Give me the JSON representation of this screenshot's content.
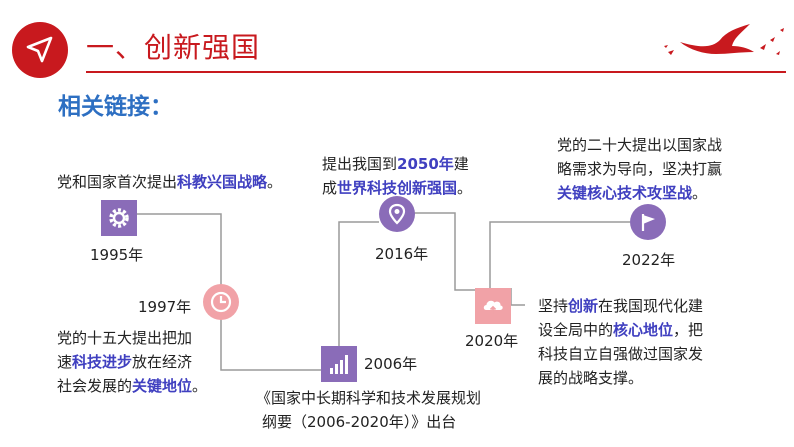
{
  "header": {
    "title": "一、创新强国",
    "subtitle": "相关链接："
  },
  "colors": {
    "accent": "#c8191e",
    "subtitle": "#2d6fc2",
    "highlight": "#4040c0",
    "node_purple": "#8a6cb8",
    "node_pink": "#f1a2a7"
  },
  "timeline": {
    "e1995": {
      "year": "1995年",
      "icon": "gear-icon",
      "lines": [
        [
          {
            "t": "党和国家首次提出"
          },
          {
            "t": "科教兴国战略",
            "hl": true
          },
          {
            "t": "。"
          }
        ]
      ]
    },
    "e1997": {
      "year": "1997年",
      "icon": "clock-icon",
      "lines": [
        [
          {
            "t": "党的十五大提出把加"
          }
        ],
        [
          {
            "t": "速"
          },
          {
            "t": "科技进步",
            "hl": true
          },
          {
            "t": "放在经济"
          }
        ],
        [
          {
            "t": "社会发展的"
          },
          {
            "t": "关键地位",
            "hl": true
          },
          {
            "t": "。"
          }
        ]
      ]
    },
    "e2006": {
      "year": "2006年",
      "icon": "bar-chart-icon",
      "lines": [
        [
          {
            "t": "《国家中长期科学和技术发展规划"
          }
        ],
        [
          {
            "t": "纲要（2006-2020年）》出台"
          }
        ]
      ]
    },
    "e2016": {
      "year": "2016年",
      "icon": "location-pin-icon",
      "lines": [
        [
          {
            "t": "提出我国到"
          },
          {
            "t": "2050年",
            "hl": true
          },
          {
            "t": "建"
          }
        ],
        [
          {
            "t": "成"
          },
          {
            "t": "世界科技创新强国",
            "hl": true
          },
          {
            "t": "。"
          }
        ]
      ]
    },
    "e2020": {
      "year": "2020年",
      "icon": "cloud-upload-icon",
      "lines": [
        [
          {
            "t": "坚持"
          },
          {
            "t": "创新",
            "hl": true
          },
          {
            "t": "在我国现代化建"
          }
        ],
        [
          {
            "t": "设全局中的"
          },
          {
            "t": "核心地位",
            "hl": true
          },
          {
            "t": "，把"
          }
        ],
        [
          {
            "t": "科技自立自强做过国家发"
          }
        ],
        [
          {
            "t": "展的战略支撑。"
          }
        ]
      ]
    },
    "e2022": {
      "year": "2022年",
      "icon": "flag-icon",
      "lines": [
        [
          {
            "t": "党的二十大提出以国家战"
          }
        ],
        [
          {
            "t": "略需求为导向，坚决打赢"
          }
        ],
        [
          {
            "t": "关键核心技术攻坚战",
            "hl": true
          },
          {
            "t": "。"
          }
        ]
      ]
    }
  }
}
